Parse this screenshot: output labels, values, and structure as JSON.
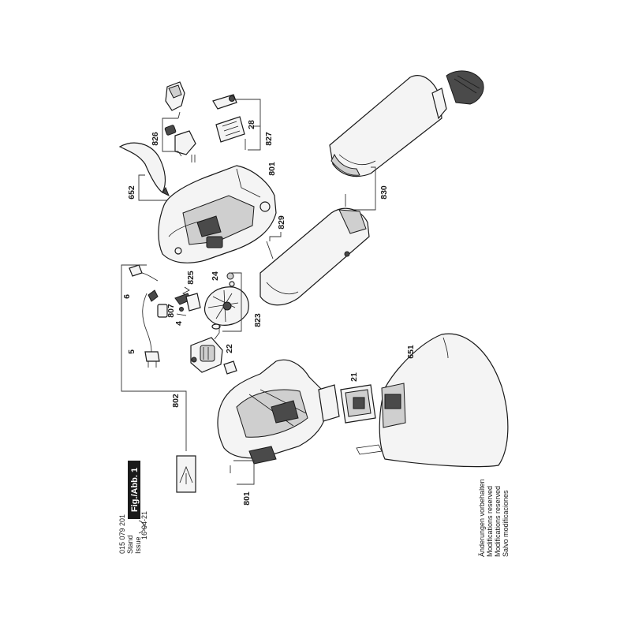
{
  "figure": {
    "label": "Fig./Abb. 1",
    "doc_number": "015 079 201",
    "stand_label": "Stand",
    "issue_label": "Issue",
    "date": "16-04-21"
  },
  "notes": {
    "line_1": "Änderungen vorbehalten",
    "line_2": "Modifications reserved",
    "line_3": "Modifications reserved",
    "line_4": "Salvo modificaciones"
  },
  "parts": {
    "p826": "826",
    "p28": "28",
    "p827": "827",
    "p801_top": "801",
    "p652": "652",
    "p830": "830",
    "p829": "829",
    "p825": "825",
    "p24": "24",
    "p6": "6",
    "p807": "807",
    "p4": "4",
    "p823": "823",
    "p22": "22",
    "p5": "5",
    "p802": "802",
    "p21": "21",
    "p651": "651",
    "p801_bottom": "801"
  },
  "colors": {
    "ink": "#1a1a1a",
    "figure_badge": "#1a1a1a",
    "part_fill": "#f4f4f4"
  }
}
